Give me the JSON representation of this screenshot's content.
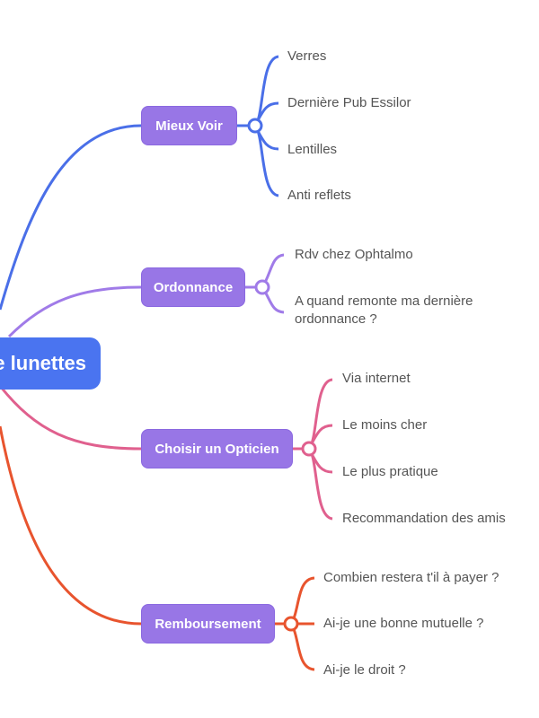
{
  "root": {
    "label": "e lunettes",
    "color": "#4a74f0"
  },
  "branches": [
    {
      "label": "Mieux Voir",
      "color": "#4a6fe8",
      "children": [
        "Verres",
        "Dernière Pub Essilor",
        "Lentilles",
        "Anti reflets"
      ]
    },
    {
      "label": "Ordonnance",
      "color": "#a07be8",
      "children": [
        "Rdv chez Ophtalmo",
        "A quand remonte ma dernière ordonnance ?"
      ]
    },
    {
      "label": "Choisir un Opticien",
      "color": "#e0608e",
      "children": [
        "Via internet",
        "Le moins cher",
        "Le plus pratique",
        "Recommandation des amis"
      ]
    },
    {
      "label": "Remboursement",
      "color": "#e8542e",
      "children": [
        "Combien restera t'il à payer ?",
        "Ai-je une bonne mutuelle ?",
        "Ai-je le droit ?"
      ]
    }
  ]
}
